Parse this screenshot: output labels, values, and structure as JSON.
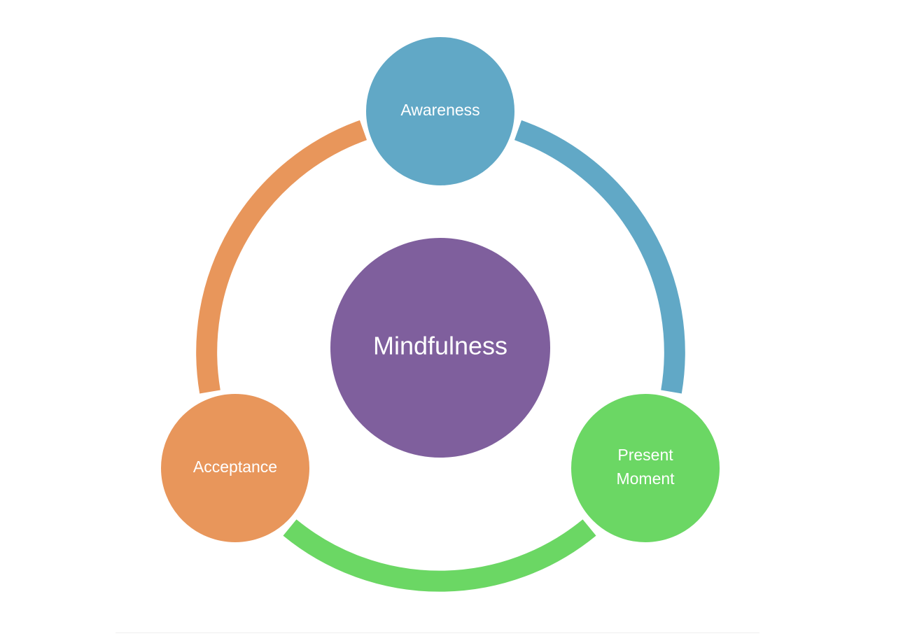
{
  "diagram": {
    "center": {
      "label": "Mindfulness",
      "color": "#7f5f9d"
    },
    "nodes": [
      {
        "id": "awareness",
        "lines": [
          "Awareness"
        ],
        "color": "#61a8c6"
      },
      {
        "id": "present-moment",
        "lines": [
          "Present",
          "Moment"
        ],
        "color": "#6bd764"
      },
      {
        "id": "acceptance",
        "lines": [
          "Acceptance"
        ],
        "color": "#e8965b"
      }
    ],
    "arcs": [
      {
        "from": "awareness",
        "to": "present-moment",
        "color": "#61a8c6"
      },
      {
        "from": "present-moment",
        "to": "acceptance",
        "color": "#6bd764"
      },
      {
        "from": "acceptance",
        "to": "awareness",
        "color": "#e8965b"
      }
    ]
  }
}
